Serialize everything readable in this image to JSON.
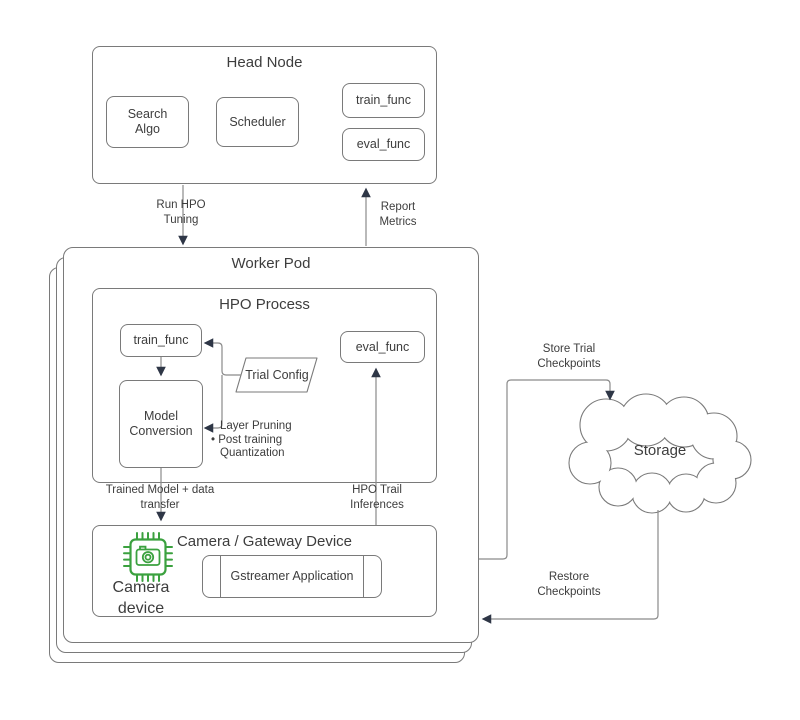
{
  "colors": {
    "box_border": "#7a7a7a",
    "connector_line": "#8a8a8a",
    "arrowhead": "#2e3646",
    "text": "#3d3d3d",
    "camera_icon_green": "#3ba13f",
    "background": "#ffffff"
  },
  "head_node": {
    "title": "Head Node",
    "search_algo": "Search\nAlgo",
    "scheduler": "Scheduler",
    "train_func": "train_func",
    "eval_func": "eval_func"
  },
  "worker_pod": {
    "title": "Worker Pod",
    "hpo_process": {
      "title": "HPO Process",
      "train_func": "train_func",
      "trial_config": "Trial Config",
      "model_conversion": "Model\nConversion",
      "eval_func": "eval_func",
      "notes": {
        "line1": "Layer Pruning",
        "line2": "• Post training",
        "line3": "Quantization"
      }
    },
    "camera_gateway": {
      "title": "Camera / Gateway Device",
      "gstreamer": "Gstreamer Application",
      "camera_device_label": "Camera\ndevice",
      "camera_icon": "camera-chip-icon"
    }
  },
  "storage": {
    "label": "Storage"
  },
  "edges": {
    "run_hpo": "Run HPO\nTuning",
    "report_metrics": "Report\nMetrics",
    "trained_model": "Trained Model + data\ntransfer",
    "hpo_trail": "HPO Trail\nInferences",
    "store_trial": "Store Trial\nCheckpoints",
    "restore": "Restore\nCheckpoints"
  }
}
